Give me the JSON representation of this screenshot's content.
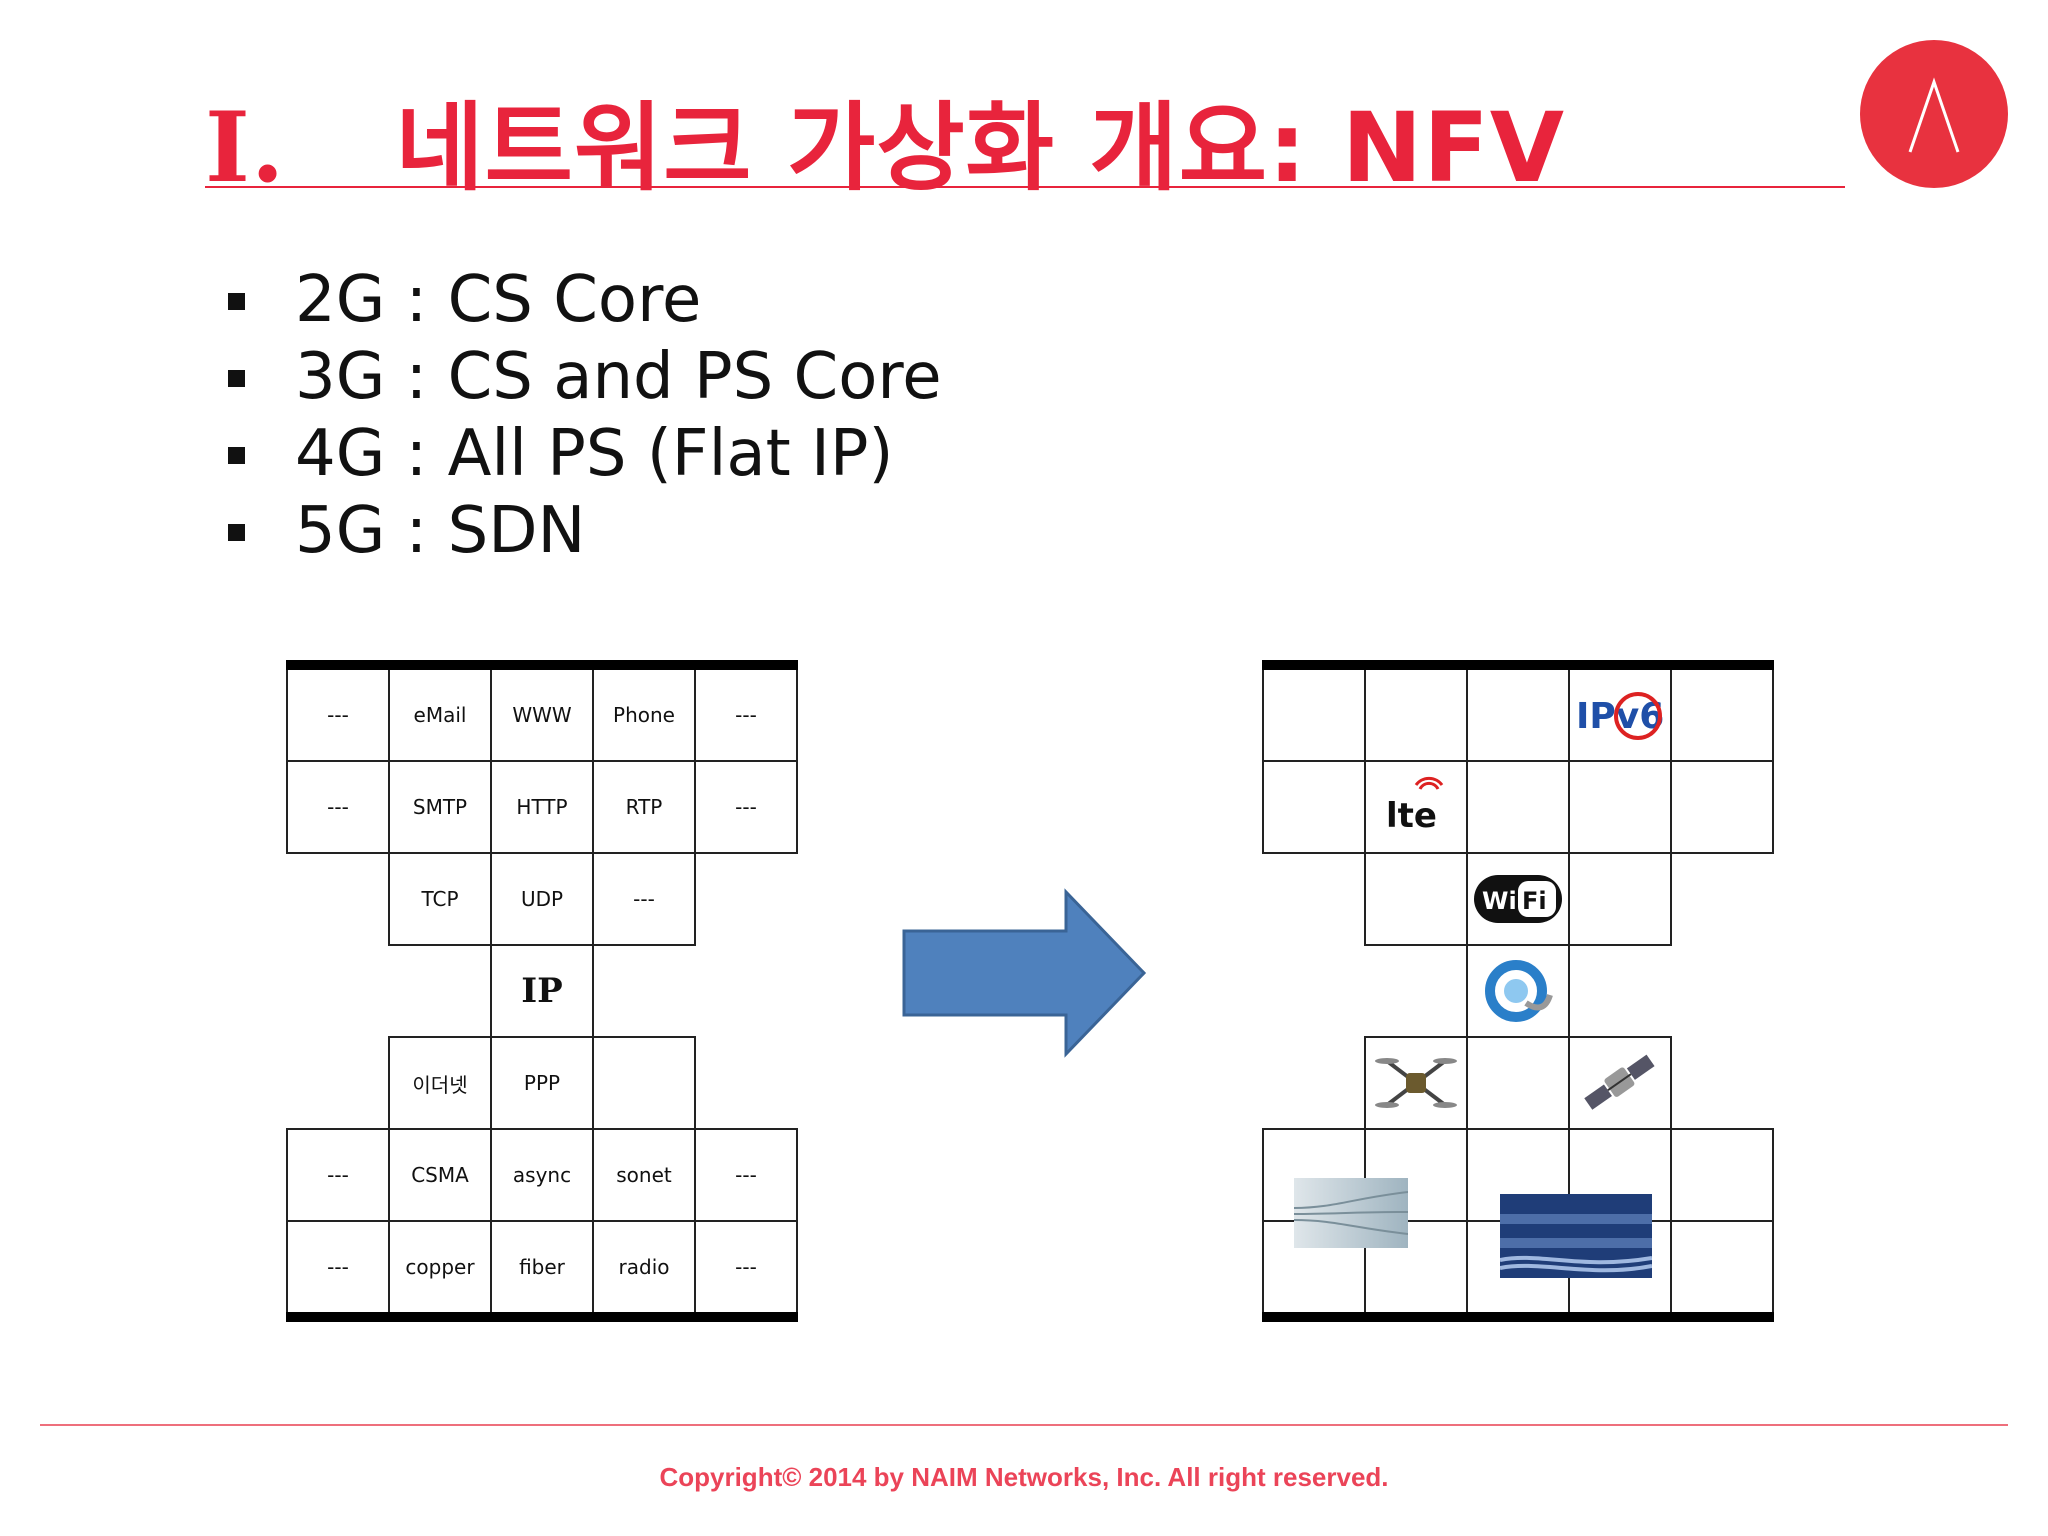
{
  "title": {
    "number": "I.",
    "text": "네트워크 가상화 개요: NFV"
  },
  "bullets": [
    "2G : CS Core",
    "3G : CS and PS Core",
    "4G : All PS (Flat IP)",
    "5G : SDN"
  ],
  "left_grid": {
    "rows": [
      [
        "---",
        "eMail",
        "WWW",
        "Phone",
        "---"
      ],
      [
        "---",
        "SMTP",
        "HTTP",
        "RTP",
        "---"
      ],
      [
        "",
        "TCP",
        "UDP",
        "---",
        ""
      ],
      [
        "",
        "",
        "IP",
        "",
        ""
      ],
      [
        "",
        "이더넷",
        "PPP",
        "",
        ""
      ],
      [
        "---",
        "CSMA",
        "async",
        "sonet",
        "---"
      ],
      [
        "---",
        "copper",
        "fiber",
        "radio",
        "---"
      ]
    ]
  },
  "right_grid": {
    "icons": {
      "ipv6": "ipv6-logo-icon",
      "lte": "lte-logo-icon",
      "wifi": "wifi-logo-icon",
      "ie": "internet-explorer-icon",
      "drone": "drone-icon",
      "satellite": "satellite-icon",
      "fiber": "fiber-optic-cables-icon",
      "switch": "network-switch-cables-icon"
    },
    "labels": {
      "ipv6": "IPv6",
      "lte": "lte",
      "wifi_a": "Wi",
      "wifi_b": "Fi"
    }
  },
  "footer": {
    "copyright": "Copyright© 2014 by NAIM Networks, Inc. All right reserved."
  },
  "colors": {
    "accent": "#e8243c",
    "arrow": "#4f81bd",
    "ip_red": "#c00000"
  }
}
